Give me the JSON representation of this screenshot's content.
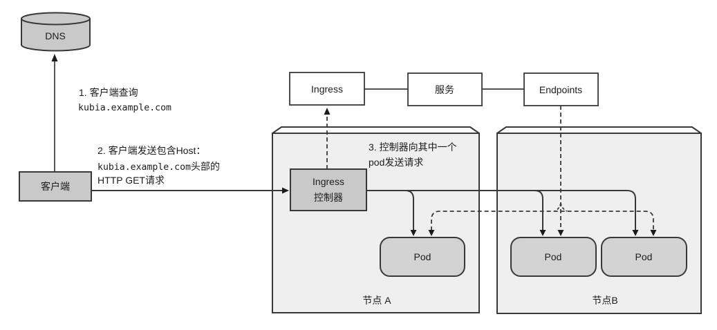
{
  "dns": {
    "label": "DNS"
  },
  "client": {
    "label": "客户端"
  },
  "resource_row": {
    "ingress": "Ingress",
    "service": "服务",
    "endpoints": "Endpoints"
  },
  "ingress_controller": {
    "line1": "Ingress",
    "line2": "控制器"
  },
  "nodes": {
    "a": {
      "label": "节点 A"
    },
    "b": {
      "label": "节点B"
    }
  },
  "pods": {
    "a": "Pod",
    "b1": "Pod",
    "b2": "Pod"
  },
  "steps": {
    "step1": {
      "line1": "1. 客户端查询",
      "line2": "kubia.example.com"
    },
    "step2": {
      "line1": "2. 客户端发送包含Host：",
      "line2_code": "kubia.example.com",
      "line2_suffix": "头部的",
      "line3": "HTTP GET请求"
    },
    "step3": {
      "line1": "3. 控制器向其中一个",
      "line2": "pod发送请求"
    }
  },
  "colors": {
    "box_fill": "#c9c9c9",
    "pod_fill": "#d3d3d3",
    "node_fill": "#efefef",
    "node_top_fill": "#fbfbfb",
    "white_box_fill": "#ffffff",
    "stroke": "#383838",
    "text": "#1c1c1c"
  }
}
